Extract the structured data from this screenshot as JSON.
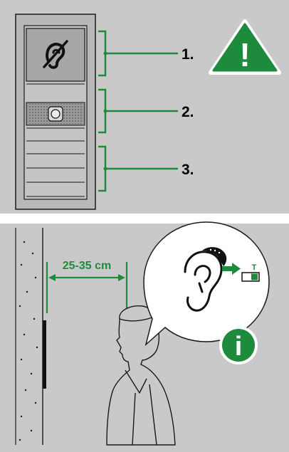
{
  "colors": {
    "background": "#c9c9c9",
    "green": "#1e8a3c",
    "panel": "#a7a7a7",
    "line": "#1a1a1a",
    "white": "#ffffff"
  },
  "labels": {
    "module_1": "1.",
    "module_2": "2.",
    "module_3": "3.",
    "distance": "25-35 cm",
    "telecoil_letter": "T",
    "info_letter": "i",
    "warning_mark": "!"
  },
  "icons": {
    "hearing_loop": "hearing-loop-icon",
    "warning": "warning-triangle-icon",
    "info": "info-icon",
    "ear": "ear-icon",
    "switch": "telecoil-switch-icon"
  }
}
